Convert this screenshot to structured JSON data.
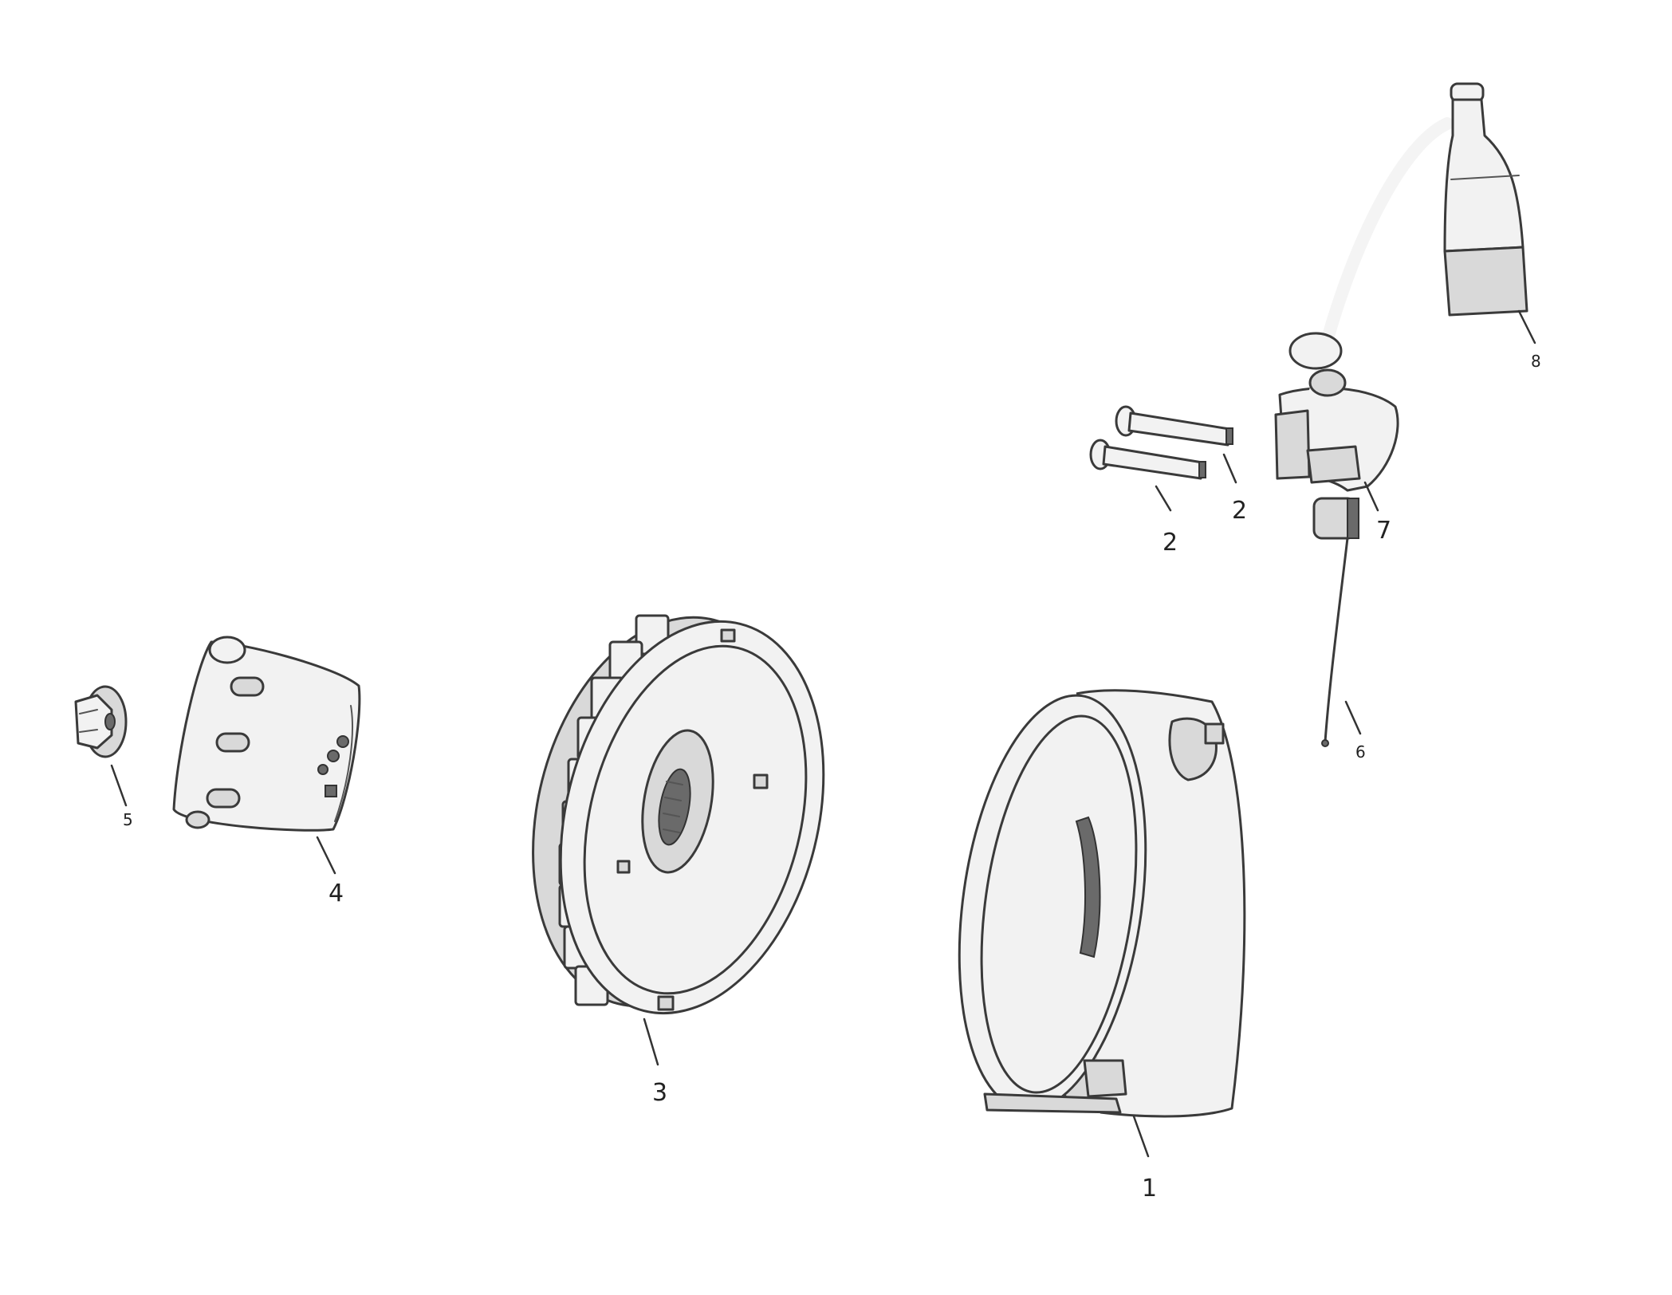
{
  "callouts": {
    "part_1": "1",
    "part_2_upper": "2",
    "part_2_lower": "2",
    "part_3": "3",
    "part_4": "4",
    "part_5": "5",
    "part_6": "6",
    "part_7": "7",
    "part_8": "8"
  }
}
